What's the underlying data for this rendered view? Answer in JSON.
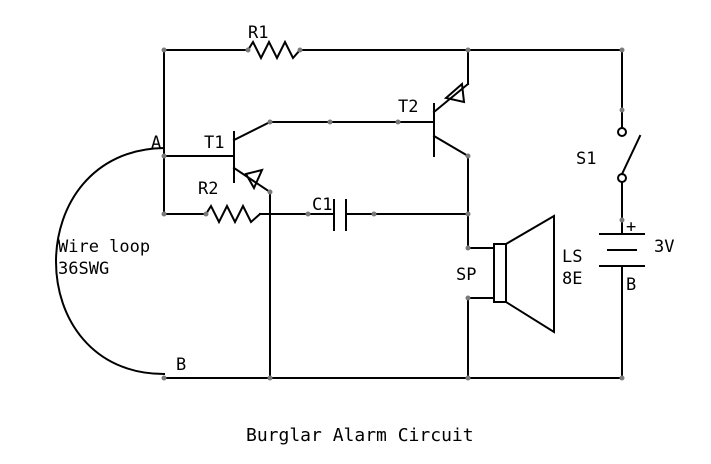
{
  "diagram": {
    "caption": "Burglar Alarm Circuit",
    "components": {
      "r1": "R1",
      "r2": "R2",
      "t1": "T1",
      "t2": "T2",
      "c1": "C1",
      "s1": "S1",
      "sp": "SP",
      "ls": "LS",
      "ls_value": "8E",
      "battery_voltage": "3V",
      "battery_plus": "+",
      "battery_b": "B"
    },
    "nodes": {
      "a": "A",
      "b": "B"
    },
    "wire_loop": {
      "line1": "Wire loop",
      "line2": "36SWG"
    }
  }
}
